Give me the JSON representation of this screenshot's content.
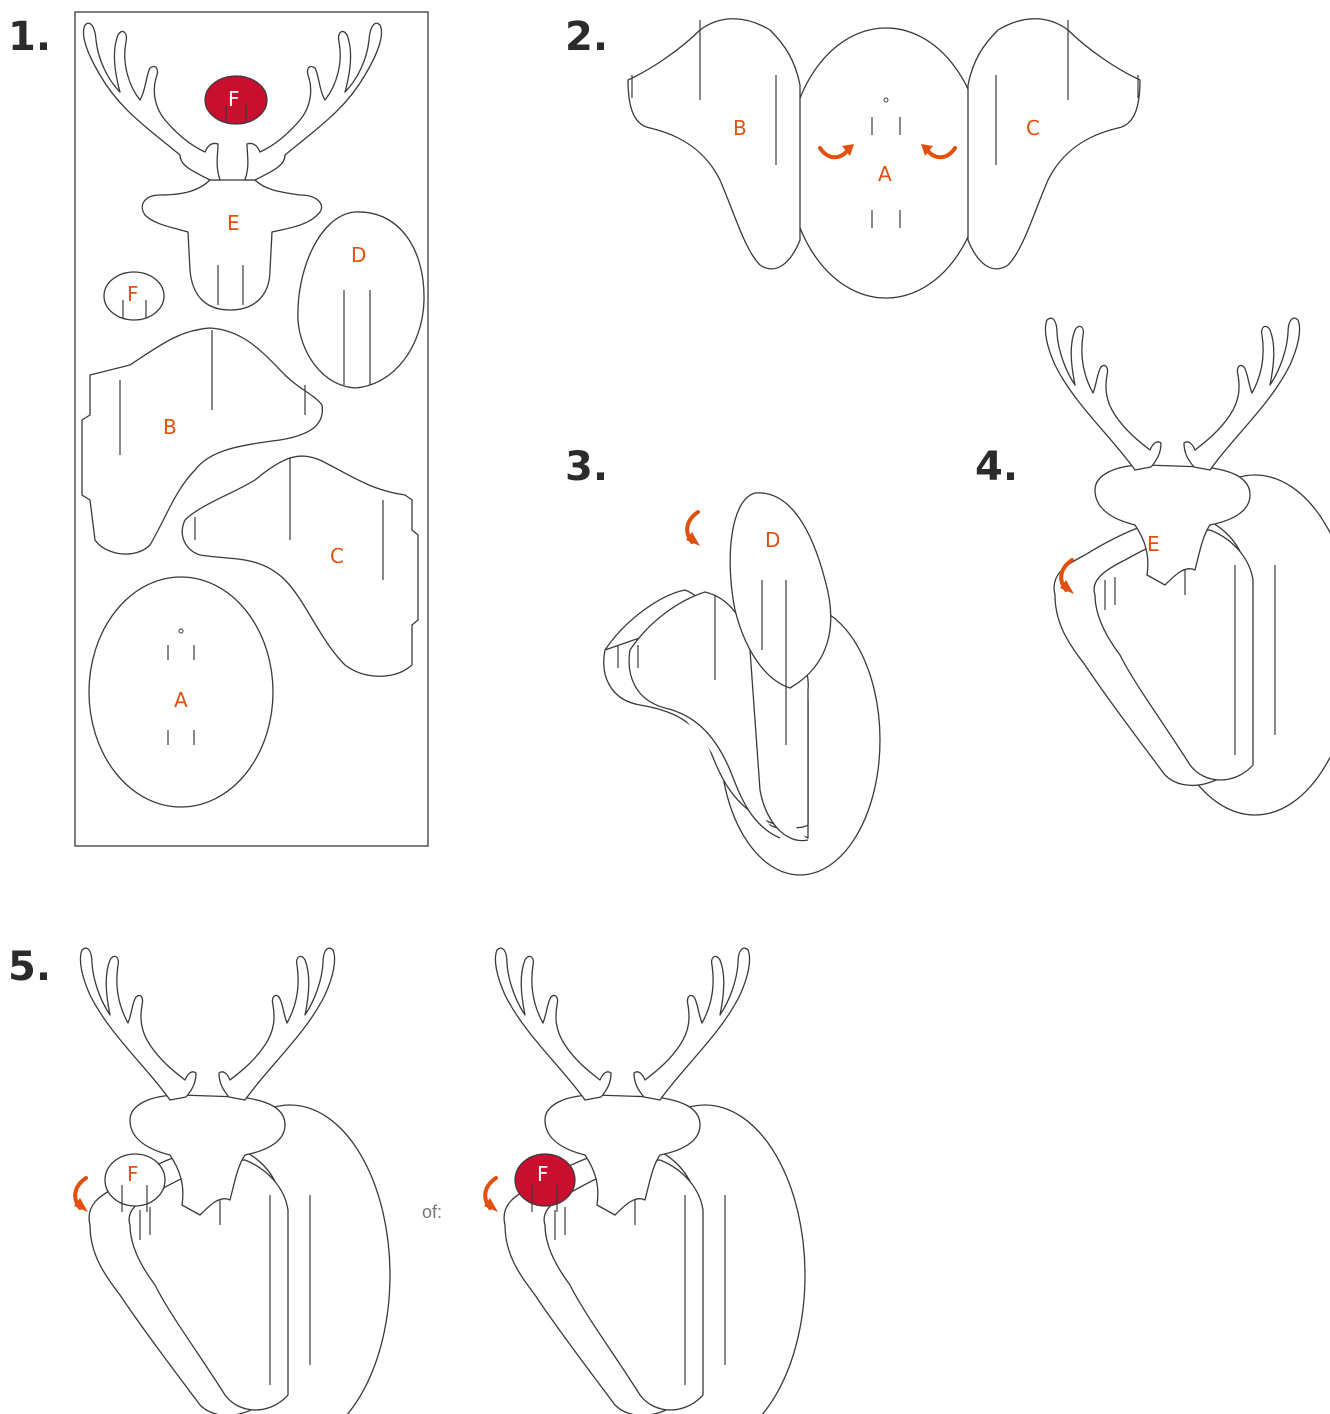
{
  "steps": {
    "s1": "1.",
    "s2": "2.",
    "s3": "3.",
    "s4": "4.",
    "s5": "5."
  },
  "parts": {
    "a": "A",
    "b": "B",
    "c": "C",
    "d": "D",
    "e": "E",
    "f": "F"
  },
  "alternative_word": "of:",
  "colors": {
    "label": "#e2500f",
    "nose_red": "#c8102e",
    "line": "#3a3a3a"
  }
}
